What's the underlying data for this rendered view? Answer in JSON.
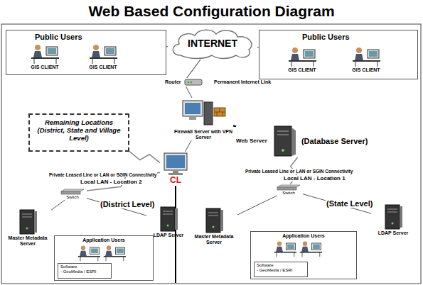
{
  "diagram": {
    "title": "Web Based Configuration Diagram",
    "nodes": [
      {
        "text": [
          "Public Users"
        ]
      },
      {
        "text": [
          "GIS CLIENT"
        ],
        "in": 0
      },
      {
        "text": [
          "GIS CLIENT"
        ],
        "in": 0
      },
      {
        "text": [
          "INTERNET"
        ]
      },
      {
        "text": [
          "Public Users"
        ]
      },
      {
        "text": [
          "GIS CLIENT"
        ],
        "in": 4
      },
      {
        "text": [
          "GIS CLIENT"
        ],
        "in": 4
      },
      {
        "text": [
          "Router"
        ]
      },
      {
        "text": [
          "Firewall Server with VPN Server"
        ]
      },
      {
        "text": [
          "Remaining Locations (District, State and Village Level)"
        ]
      },
      {
        "text": [
          "CL"
        ]
      },
      {
        "text": [
          "Web Server",
          "(Database Server)"
        ]
      },
      {
        "text": [
          "Switch"
        ]
      },
      {
        "text": [
          "Switch"
        ]
      },
      {
        "text": [
          "Master Metadata Server"
        ]
      },
      {
        "text": [
          "LDAP Server"
        ]
      },
      {
        "text": [
          "Application Users"
        ]
      },
      {
        "text": [
          "Software",
          "- GeoMedia / ESRI"
        ],
        "in": 16
      },
      {
        "text": [
          "Master Metadata Server"
        ]
      },
      {
        "text": [
          "LDAP Server"
        ]
      },
      {
        "text": [
          "Application Users"
        ]
      },
      {
        "text": [
          "Software",
          "- GeoMedia / ESRI"
        ],
        "in": 20
      }
    ],
    "edges": [
      {
        "from": 0,
        "to": 3,
        "arrow": "none"
      },
      {
        "from": 3,
        "to": 4,
        "arrow": "none"
      },
      {
        "from": 3,
        "to": 7,
        "arrow": "none"
      },
      {
        "from": 7,
        "to": 8,
        "arrow": "none"
      },
      {
        "from": 8,
        "to": 11,
        "arrow": "none"
      },
      {
        "from": 8,
        "to": 10,
        "arrow": "none"
      },
      {
        "from": 9,
        "to": 10,
        "arrow": "none"
      },
      {
        "from": 10,
        "to": 12,
        "arrow": "none"
      },
      {
        "from": 11,
        "to": 13,
        "arrow": "none"
      },
      {
        "from": 12,
        "to": 14,
        "arrow": "none"
      },
      {
        "from": 12,
        "to": 15,
        "arrow": "none"
      },
      {
        "from": 13,
        "to": 18,
        "arrow": "none"
      },
      {
        "from": 13,
        "to": 19,
        "arrow": "none"
      }
    ],
    "labels": [
      "Permanent Internet Link",
      "Private Leased Line or LAN or SGIN Connectivity",
      "Local LAN - Location 2",
      "(District Level)",
      "Private Leased Line or LAN or SGIN Connectivity",
      "Local LAN - Location 1",
      "(State Level)"
    ]
  }
}
